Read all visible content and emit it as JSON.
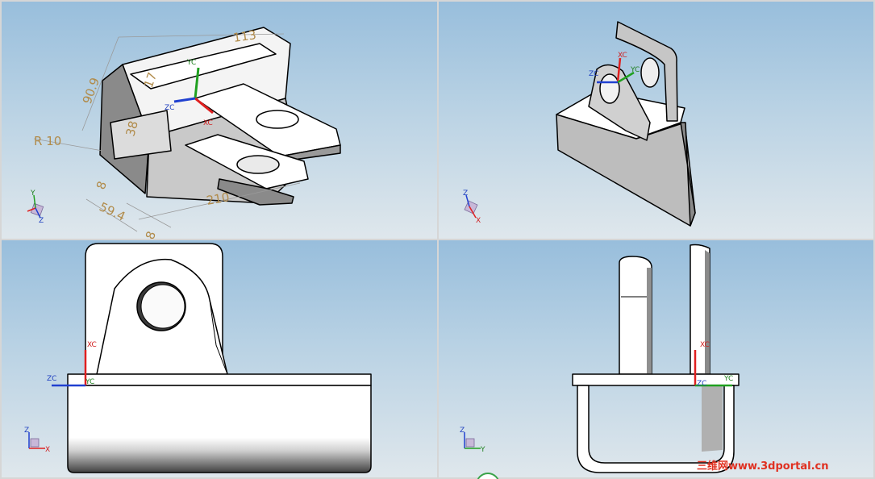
{
  "dimensions": {
    "d_113": "113",
    "d_90_9": "90.9",
    "d_r10": "R 10",
    "d_17": "17",
    "d_38": "38",
    "d_8_left": "8",
    "d_59_4": "59.4",
    "d_210": "210",
    "d_8_bottom": "8"
  },
  "triad_labels": {
    "xc": "XC",
    "yc": "YC",
    "zc": "ZC"
  },
  "view_triad_labels": {
    "x": "X",
    "y": "Y",
    "z": "Z"
  },
  "watermark": "三维网www.3dportal.cn",
  "colors": {
    "x_axis": "#e02020",
    "y_axis": "#20a020",
    "z_axis": "#2040d0",
    "dimension": "#b18b4a"
  },
  "icons": {
    "wcs_triad": "wcs-triad-icon",
    "view_triad": "view-triad-icon",
    "status": "status-circle-icon"
  }
}
